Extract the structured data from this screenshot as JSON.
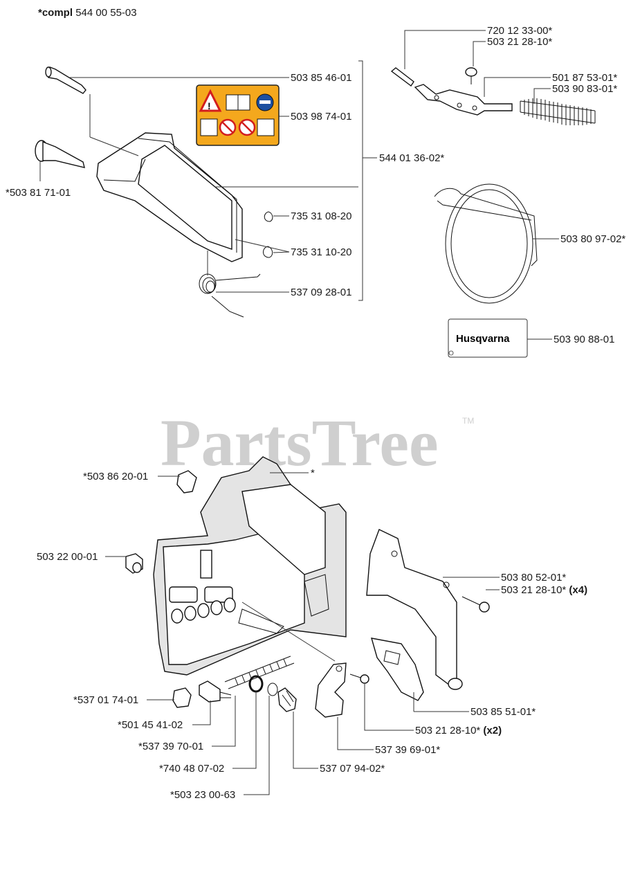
{
  "header": {
    "compl_prefix": "*compl",
    "compl_number": "544 00 55-03"
  },
  "watermark": {
    "text": "PartsTree",
    "tm": "TM"
  },
  "brand_label": {
    "text": "Husqvarna",
    "color": "#000000"
  },
  "safety_decal": {
    "background": "#f4a81d"
  },
  "parts": {
    "p1": "503 85 46-01",
    "p2": "503 98 74-01",
    "p3": "544 01 36-02*",
    "p4": "*503 81 71-01",
    "p5": "735 31 08-20",
    "p6": "735 31 10-20",
    "p7": "537 09 28-01",
    "p8": "720 12 33-00*",
    "p9": "503 21 28-10*",
    "p10": "501 87 53-01*",
    "p11": "503 90 83-01*",
    "p12": "503 80 97-02*",
    "p13": "503 90 88-01",
    "p14": "*503 86 20-01",
    "p15": "*",
    "p16": "503 22 00-01",
    "p17": "503 80 52-01*",
    "p18": "503 21 28-10*",
    "p18q": "(x4)",
    "p19": "*537 01 74-01",
    "p20": "503 85 51-01*",
    "p21": "*501 45 41-02",
    "p22": "503 21 28-10*",
    "p22q": "(x2)",
    "p23": "*537 39 70-01",
    "p24": "537 39 69-01*",
    "p25": "*740 48 07-02",
    "p26": "537 07 94-02*",
    "p27": "*503 23 00-63"
  }
}
